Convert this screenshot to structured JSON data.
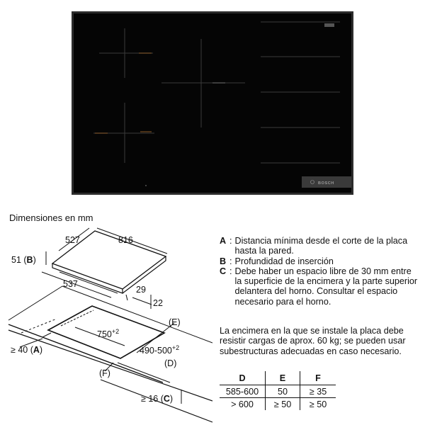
{
  "photo": {
    "brand": "BOSCH"
  },
  "diagram": {
    "title": "Dimensiones en mm",
    "dim_depth": "527",
    "dim_width": "816",
    "dim_height": "51",
    "label_b": "B",
    "dim_insert_depth": "537",
    "dim_29": "29",
    "dim_22": "22",
    "label_e": "(E)",
    "cut_width_base": "750",
    "cut_width_tol": "+2",
    "cut_depth_base": "490-500",
    "cut_depth_tol": "+2",
    "min_a_prefix": "≥ 40 (",
    "label_a": "A",
    "min_a_suffix": ")",
    "label_f": "(F)",
    "label_d": "(D)",
    "min_c_prefix": "≥ 16 (",
    "label_c": "C",
    "min_c_suffix": ")"
  },
  "notes": [
    {
      "key": "A",
      "text": "Distancia mínima desde el corte de la placa hasta la pared."
    },
    {
      "key": "B",
      "text": "Profundidad de inserción"
    },
    {
      "key": "C",
      "text": "Debe haber un espacio libre de 30 mm entre la superficie de la encimera y la parte superior delantera del horno. Consultar el espacio necesario para el horno."
    }
  ],
  "paragraph": "La encimera en la que se instale la placa debe resistir cargas de aprox. 60 kg; se pueden usar subestructuras adecuadas en caso necesario.",
  "table": {
    "headers": [
      "D",
      "E",
      "F"
    ],
    "rows": [
      [
        "585-600",
        "50",
        "≥ 35"
      ],
      [
        "> 600",
        "≥ 50",
        "≥ 50"
      ]
    ]
  }
}
